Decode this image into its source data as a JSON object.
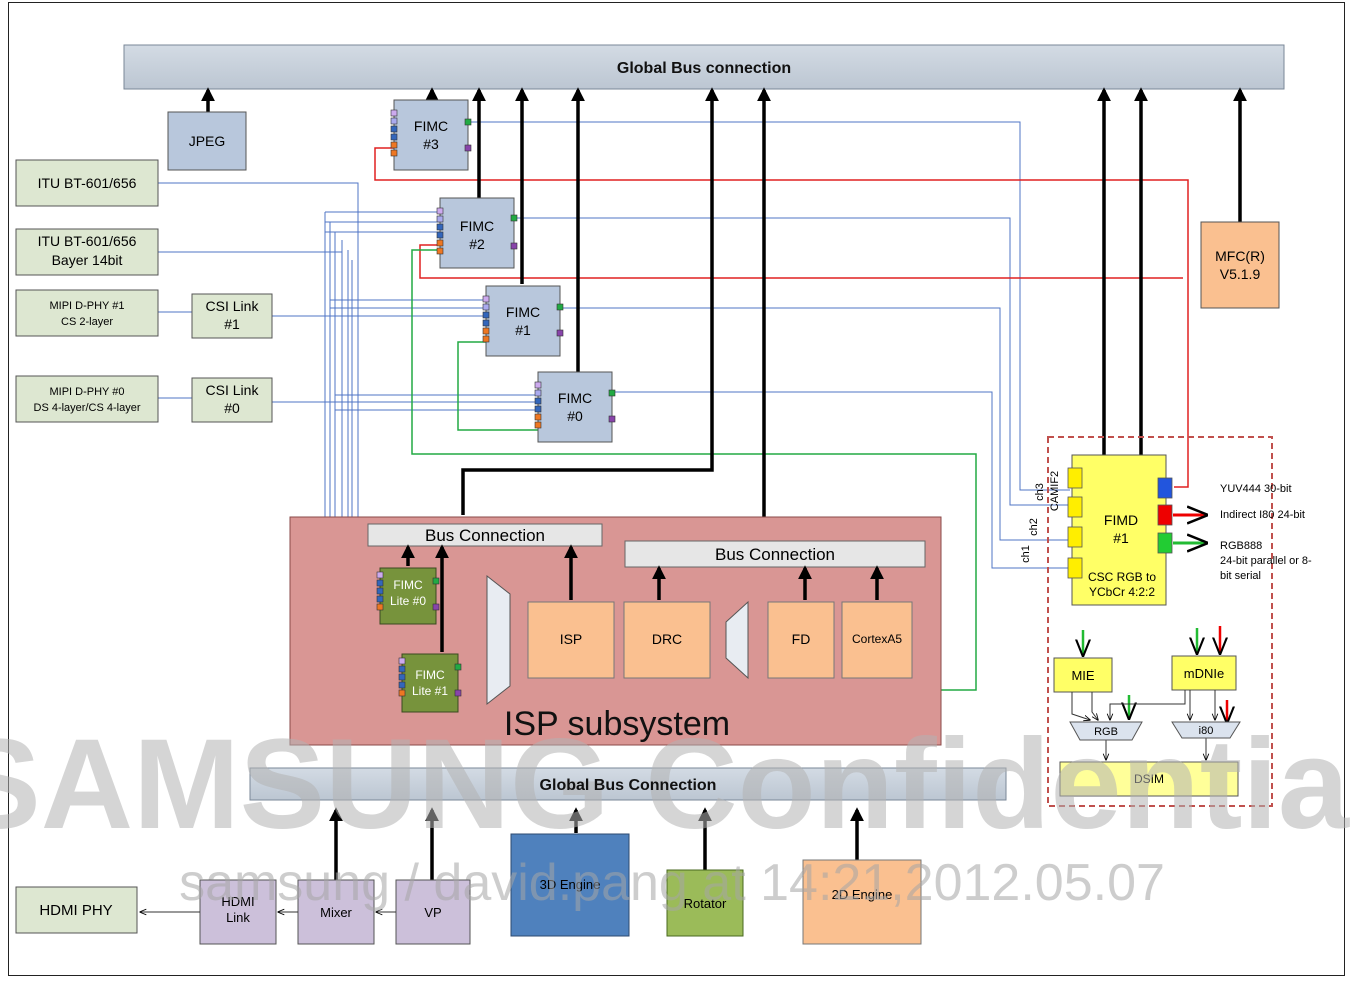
{
  "buses": {
    "global_top": "Global Bus connection",
    "global_bottom": "Global Bus Connection",
    "isp_left": "Bus Connection",
    "isp_right": "Bus Connection"
  },
  "blocks": {
    "jpeg": "JPEG",
    "itu1": "ITU BT-601/656",
    "itu2_l1": "ITU BT-601/656",
    "itu2_l2": "Bayer 14bit",
    "mipi1_l1": "MIPI D-PHY #1",
    "mipi1_l2": "CS 2-layer",
    "mipi0_l1": "MIPI D-PHY #0",
    "mipi0_l2": "DS 4-layer/CS 4-layer",
    "csi1_l1": "CSI Link",
    "csi1_l2": "#1",
    "csi0_l1": "CSI Link",
    "csi0_l2": "#0",
    "fimc3_l1": "FIMC",
    "fimc3_l2": "#3",
    "fimc2_l1": "FIMC",
    "fimc2_l2": "#2",
    "fimc1_l1": "FIMC",
    "fimc1_l2": "#1",
    "fimc0_l1": "FIMC",
    "fimc0_l2": "#0",
    "mfc_l1": "MFC(R)",
    "mfc_l2": "V5.1.9",
    "fimd_l1": "FIMD",
    "fimd_l2": "#1",
    "fimd_csc_l1": "CSC RGB to",
    "fimd_csc_l2": "YCbCr 4:2:2",
    "camif": "CAMIF2",
    "ch3": "ch3",
    "ch2": "ch2",
    "ch1": "ch1",
    "out_yuv": "YUV444 30-bit",
    "out_i80": "Indirect I80 24-bit",
    "out_rgb_l1": "RGB888",
    "out_rgb_l2": "24-bit parallel or 8-",
    "out_rgb_l3": "bit serial",
    "mie": "MIE",
    "mdnie": "mDNIe",
    "mux_rgb": "RGB",
    "mux_i80": "i80",
    "dsim": "DSIM",
    "isp_title": "ISP subsystem",
    "fimc_lite0_l1": "FIMC",
    "fimc_lite0_l2": "Lite #0",
    "fimc_lite1_l1": "FIMC",
    "fimc_lite1_l2": "Lite #1",
    "isp": "ISP",
    "drc": "DRC",
    "fd": "FD",
    "cortexa5": "CortexA5",
    "hdmi_phy": "HDMI PHY",
    "hdmi_link_l1": "HDMI",
    "hdmi_link_l2": "Link",
    "mixer": "Mixer",
    "vp": "VP",
    "engine3d": "3D Engine",
    "rotator": "Rotator",
    "engine2d": "2D Engine"
  },
  "watermark": {
    "line1": "SAMSUNG Confidential",
    "line2": "samsung / david.pang at 14:21,2012.05.07"
  },
  "colors": {
    "bus_fill": "#c5ced9",
    "fimc_fill": "#b8c7dc",
    "input_fill": "#dde7d1",
    "isp_fill": "#d99694",
    "peach_fill": "#fac090",
    "fimd_fill": "#ffff66",
    "green_block": "#77933c",
    "purple_block": "#ccc0da",
    "blue_3d": "#4f81bd",
    "red_line": "#e02020",
    "green_line": "#22aa44",
    "blue_line": "#4f74c6",
    "dsim_fill": "#ffff99"
  }
}
